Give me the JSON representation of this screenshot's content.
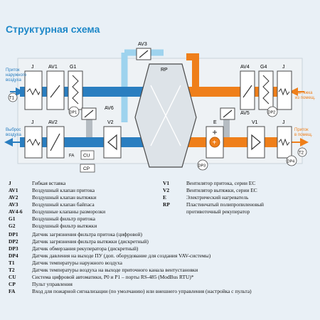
{
  "title": "Структурная схема",
  "colors": {
    "supply": "#ef7f1a",
    "exhaust": "#2a7ec0",
    "bypass": "#9ed3ee",
    "box_border": "#4a4a4a",
    "title": "#1e88c8"
  },
  "diagram": {
    "labels": {
      "j_tl": "J",
      "av1": "AV1",
      "g1": "G1",
      "av3": "AV3",
      "rp": "RP",
      "av4": "AV4",
      "g4": "G4",
      "j_tr": "J",
      "av6": "AV6",
      "av5": "AV5",
      "j_bl": "J",
      "av2": "AV2",
      "v2": "V2",
      "e": "E",
      "v1": "V1",
      "j_br": "J",
      "fa": "FA",
      "cu": "CU",
      "cp": "CP",
      "t1": "T1",
      "t2": "T2",
      "dp1": "DP1",
      "dp2": "DP2",
      "dp3": "DP3",
      "dp4": "DP4"
    },
    "annotations": {
      "outdoor_intake": [
        "Приток",
        "наружного",
        "воздуха"
      ],
      "exhaust_out": [
        "Выброс",
        "воздуха"
      ],
      "exhaust_in": [
        "Вытяжка",
        "из помещ."
      ],
      "supply_out": [
        "Приток",
        "в помещ."
      ]
    }
  },
  "legend_left": [
    {
      "code": "J",
      "desc": "Гибкая вставка"
    },
    {
      "code": "AV1",
      "desc": "Воздушный клапан притока"
    },
    {
      "code": "AV2",
      "desc": "Воздушный клапан вытяжки"
    },
    {
      "code": "AV3",
      "desc": "Воздушный клапан байпаса"
    },
    {
      "code": "AV4-6",
      "desc": "Воздушные клапаны разморозки"
    },
    {
      "code": "G1",
      "desc": "Воздушный фильтр притока"
    },
    {
      "code": "G2",
      "desc": "Воздушный фильтр вытяжки"
    }
  ],
  "legend_right": [
    {
      "code": "V1",
      "desc": "Вентилятор притока, серии ЕС"
    },
    {
      "code": "V2",
      "desc": "Вентилятор вытяжки, серии ЕС"
    },
    {
      "code": "E",
      "desc": "Электрический нагреватель"
    },
    {
      "code": "RP",
      "desc": "Пластинчатый полипропиленовый"
    },
    {
      "code": "",
      "desc": "противоточный рекуператор"
    }
  ],
  "legend_bottom": [
    {
      "code": "DP1",
      "desc": "Датчик загрязнения фильтра притока (цифровой)"
    },
    {
      "code": "DP2",
      "desc": "Датчик загрязнения фильтра вытяжки (дискретный)"
    },
    {
      "code": "DP3",
      "desc": "Датчик обмерзания рекуператора (дискретный)"
    },
    {
      "code": "DP4",
      "desc": "Датчик давления на выходе ПУ (доп. оборудование для создания VAV-системы)"
    },
    {
      "code": "T1",
      "desc": "Датчик температуры наружного воздуха"
    },
    {
      "code": "T2",
      "desc": "Датчик температуры воздуха на выходе приточного канала вентустановки"
    },
    {
      "code": "CU",
      "desc": "Система цифровой автоматики, P0 и P1 – порты RS-485 (ModBus RTU)*"
    },
    {
      "code": "CP",
      "desc": "Пульт управления"
    },
    {
      "code": "FA",
      "desc": "Вход для пожарной сигнализации (по умолчанию) или внешнего управления (настройка с пульта)"
    }
  ]
}
